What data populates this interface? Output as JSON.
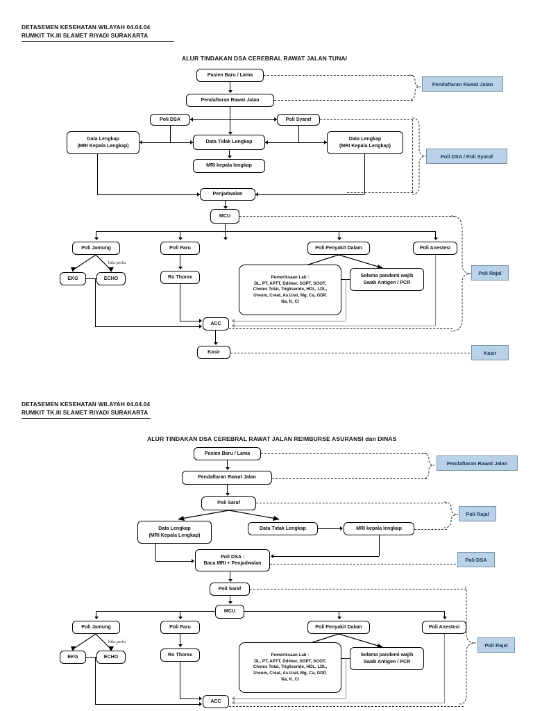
{
  "document": {
    "letterhead": {
      "line1": "DETASEMEN KESEHATAN WILAYAH 04.04.04",
      "line2": "RUMKIT TK.III SLAMET RIYADI SURAKARTA"
    },
    "accent_blue": "#b9d2e8",
    "accent_blue_border": "#7792ad",
    "accent_blue_text": "#17375e"
  },
  "chart1": {
    "title": "ALUR TINDAKAN DSA CEREBRAL RAWAT JALAN TUNAI",
    "nodes": {
      "pasien": "Pasien Baru / Lama",
      "pendaftaran": "Pendaftaran Rawat Jalan",
      "poli_dsa": "Poli DSA",
      "poli_syaraf": "Poli Syaraf",
      "data_lengkap_kiri_l1": "Data Lengkap",
      "data_lengkap_kiri_l2": "(MRI Kepala Lengkap)",
      "data_tidak_lengkap": "Data Tidak Lengkap",
      "data_lengkap_kanan_l1": "Data Lengkap",
      "data_lengkap_kanan_l2": "(MRI Kepala Lengkap)",
      "mri_kepala_lengkap": "MRI kepala lengkap",
      "penjadwalan": "Penjadwalan",
      "mcu": "MCU",
      "poli_jantung": "Poli Jantung",
      "poli_paru": "Poli Paru",
      "poli_penyakit_dalam": "Poli Penyakit Dalam",
      "poli_anestesi": "Poli Anestesi",
      "ekg": "EKG",
      "echo": "ECHO",
      "ro_thorax": "Ro Thorax",
      "acc": "ACC",
      "kasir": "Kasir",
      "bila_perlu": "bila perlu",
      "lab_head": "Pemeriksaan Lab :",
      "lab_l1": "DL, PT, APTT, Ddimer, SGPT, SGOT,",
      "lab_l2": "Choles Total, Trigliseride, HDL, LDL,",
      "lab_l3": "Ureum, Creat, As.Urat, Mg, Ca, GDP,",
      "lab_l4": "Na, K, Cl",
      "swab_l1": "Selama pandemi wajib",
      "swab_l2": "Swab Antigen / PCR"
    },
    "side_labels": {
      "pendaftaran": "Pendaftaran Rawat Jalan",
      "poli_dsa_syaraf": "Poli DSA / Poli Syaraf",
      "poli_rajal": "Poli Rajal",
      "kasir": "Kasir"
    }
  },
  "chart2": {
    "title": "ALUR TINDAKAN DSA CEREBRAL RAWAT JALAN REIMBURSE ASURANSI dan DINAS",
    "nodes": {
      "pasien": "Pasien Baru / Lama",
      "pendaftaran": "Pendaftaran Rawat Jalan",
      "poli_saraf_1": "Poli Saraf",
      "data_lengkap_l1": "Data Lengkap",
      "data_lengkap_l2": "(MRI Kepala Lengkap)",
      "data_tidak_lengkap": "Data Tidak Lengkap",
      "mri_kepala_lengkap": "MRI kepala lengkap",
      "poli_dsa_l1": "Poli DSA :",
      "poli_dsa_l2": "Baca MRI + Penjadwalan",
      "poli_saraf_2": "Poli Saraf",
      "mcu": "MCU",
      "poli_jantung": "Poli Jantung",
      "poli_paru": "Poli Paru",
      "poli_penyakit_dalam": "Poli Penyakit Dalam",
      "poli_anestesi": "Poli Anestesi",
      "ekg": "EKG",
      "echo": "ECHO",
      "ro_thorax": "Ro Thorax",
      "acc": "ACC",
      "bila_perlu": "bila perlu",
      "lab_head": "Pemeriksaan Lab :",
      "lab_l1": "DL, PT, APTT, Ddimer, SGPT, SGOT,",
      "lab_l2": "Choles Total, Trigliseride, HDL, LDL,",
      "lab_l3": "Ureum, Creat, As.Urat, Mg, Ca, GDP,",
      "lab_l4": "Na, K, Cl",
      "swab_l1": "Selama pandemi wajib",
      "swab_l2": "Swab Antigen / PCR"
    },
    "side_labels": {
      "pendaftaran": "Pendaftaran Rawat Jalan",
      "poli_rajal_top": "Poli Rajal",
      "poli_dsa": "Poli DSA",
      "poli_rajal_bottom": "Poli Rajal"
    }
  }
}
